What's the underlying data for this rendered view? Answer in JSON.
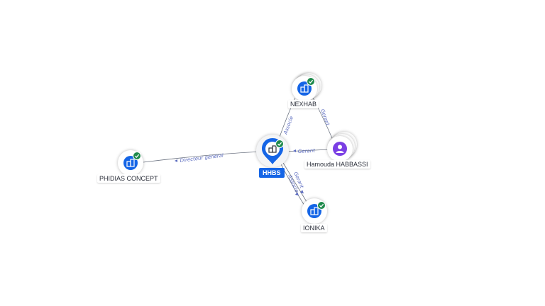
{
  "nodes": {
    "hhbs": {
      "label": "HHBS",
      "type": "company",
      "verified": true
    },
    "nexhab": {
      "label": "NEXHAB",
      "type": "company",
      "verified": true
    },
    "phidias": {
      "label": "PHIDIAS CONCEPT",
      "type": "company",
      "verified": true
    },
    "ionika": {
      "label": "IONIKA",
      "type": "company",
      "verified": true
    },
    "hamouda": {
      "label": "Hamouda HABBASSI",
      "type": "person",
      "verified": false
    }
  },
  "edges": {
    "phidias_hhbs": {
      "label": "Directeur général"
    },
    "hamouda_hhbs": {
      "label": "Gerant"
    },
    "nexhab_hhbs": {
      "label": "Associe"
    },
    "hamouda_nexhab": {
      "label": "Gerant"
    },
    "hhbs_ionika_1": {
      "label": "Gerant"
    },
    "hhbs_ionika_2": {
      "label": "Associe"
    }
  },
  "colors": {
    "company": "#1565e6",
    "person": "#7b3fe4",
    "verified": "#1f8a4c",
    "edge_label": "#5b6bbf"
  },
  "icons": {
    "company": "building-icon",
    "person": "person-icon",
    "verified": "check-badge-icon",
    "direction": "arrow-left-icon"
  }
}
